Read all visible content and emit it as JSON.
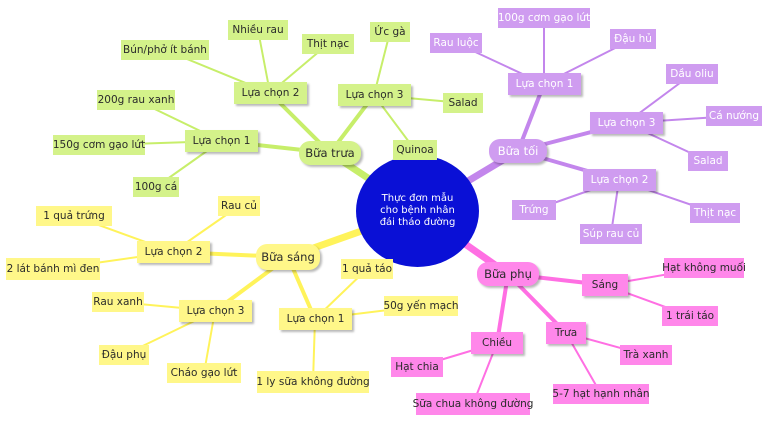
{
  "center": "Thực đơn mẫu cho bệnh nhân đái tháo đường",
  "colors": {
    "lunch": "#d4f28a",
    "dinner": "#cf9cf0",
    "breakfast": "#fff789",
    "snack": "#ff87ea",
    "center": "#0a10d6"
  },
  "lunch": {
    "label": "Bữa trưa",
    "option1": {
      "label": "Lựa chọn 1",
      "items": [
        "200g rau xanh",
        "150g cơm gạo lứt",
        "100g cá"
      ]
    },
    "option2": {
      "label": "Lựa chọn 2",
      "items": [
        "Bún/phở ít bánh",
        "Nhiều rau",
        "Thịt nạc"
      ]
    },
    "option3": {
      "label": "Lựa chọn 3",
      "items": [
        "Ức gà",
        "Salad",
        "Quinoa"
      ]
    }
  },
  "dinner": {
    "label": "Bữa tối",
    "option1": {
      "label": "Lựa chọn 1",
      "items": [
        "100g cơm gạo lứt",
        "Rau luộc",
        "Đậu hủ"
      ]
    },
    "option2": {
      "label": "Lựa chọn 2",
      "items": [
        "Trứng",
        "Súp rau củ",
        "Thịt nạc"
      ]
    },
    "option3": {
      "label": "Lựa chọn 3",
      "items": [
        "Dầu oliu",
        "Cá nướng",
        "Salad"
      ]
    }
  },
  "breakfast": {
    "label": "Bữa sáng",
    "option1": {
      "label": "Lựa chọn 1",
      "items": [
        "1 quả táo",
        "50g yến mạch",
        "1 ly sữa không đường"
      ]
    },
    "option2": {
      "label": "Lựa chọn 2",
      "items": [
        "1 quả trứng",
        "Rau củ",
        "2 lát bánh mì đen"
      ]
    },
    "option3": {
      "label": "Lựa chọn 3",
      "items": [
        "Rau xanh",
        "Đậu phụ",
        "Cháo gạo lứt"
      ]
    }
  },
  "snack": {
    "label": "Bữa phụ",
    "morning": {
      "label": "Sáng",
      "items": [
        "Hạt không muối",
        "1 trái táo"
      ]
    },
    "noon": {
      "label": "Trưa",
      "items": [
        "Trà xanh",
        "5-7 hạt hạnh nhân"
      ]
    },
    "afternoon": {
      "label": "Chiều",
      "items": [
        "Hạt chia",
        "Sữa chua không đường"
      ]
    }
  }
}
